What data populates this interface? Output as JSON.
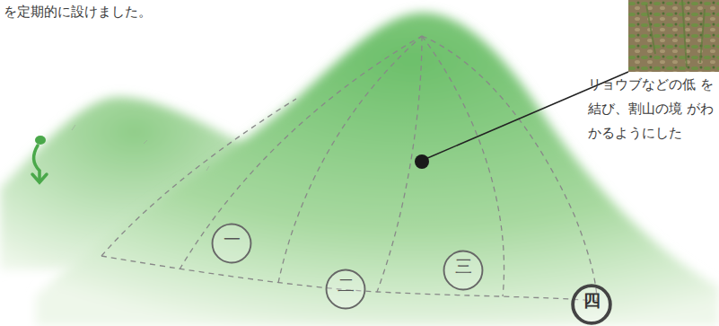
{
  "diagram": {
    "nodes": [
      {
        "text": [
          "一"
        ]
      },
      {
        "text": [
          "二"
        ]
      },
      {
        "text": [
          "三"
        ]
      },
      {
        "text": [
          "四"
        ]
      }
    ],
    "labels": [
      "を定期的に設けました。",
      "リョウブなどの低 を結び、割山の境 がわかるようにした"
    ]
  }
}
